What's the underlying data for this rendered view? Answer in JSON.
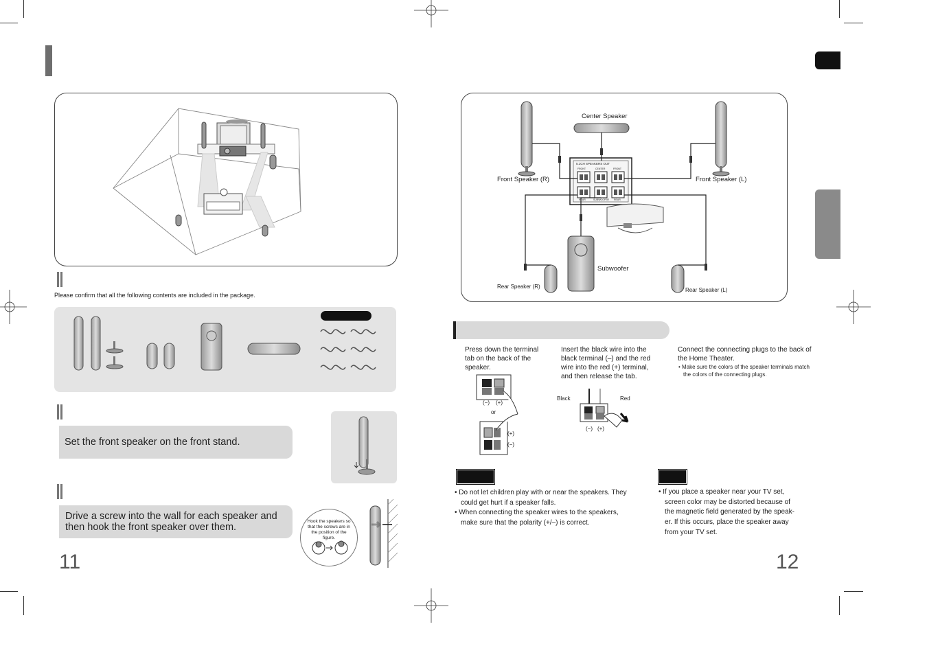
{
  "left_page": {
    "confirm_text": "Please confirm that all the following contents are included in the package.",
    "stand_instruction": "Set the front speaker on the front stand.",
    "wall_instruction": "Drive a screw into the wall for each speaker and then hook the front speaker over them.",
    "hook_caption": "Hook the speakers so that the screws are in the position of the figure.",
    "page_number": "11"
  },
  "right_page": {
    "diagram_labels": {
      "center": "Center Speaker",
      "front_r": "Front Speaker (R)",
      "front_l": "Front Speaker (L)",
      "subwoofer": "Subwoofer",
      "rear_r": "Rear Speaker (R)",
      "rear_l": "Rear Speaker (L)",
      "panel_title": "5.1CH SPEAKERS OUT",
      "panel_front_l": "FRONT",
      "panel_center": "CENTER",
      "panel_front_r": "FRONT",
      "panel_rear_l": "REAR",
      "panel_subwoofer": "SUBWOOFER",
      "panel_rear_r": "REAR"
    },
    "steps": [
      {
        "text": "Press down the terminal tab on the back of the speaker.",
        "or": "or",
        "minus": "(−)",
        "plus": "(+)"
      },
      {
        "text": "Insert the black wire into the black terminal (–) and the red wire into the red (+) terminal, and then release the tab.",
        "black": "Black",
        "red": "Red",
        "minus": "(−)",
        "plus": "(+)"
      },
      {
        "text": "Connect the connecting plugs to the back of the Home Theater.",
        "note": "Make sure the colors of the speaker terminals match the colors of the connecting plugs."
      }
    ],
    "caution_bullets": [
      "Do not let children play with or near the speakers. They could get hurt if a speaker falls.",
      "When connecting the speaker wires to the speakers, make sure that the polarity (+/–) is correct."
    ],
    "note_bullets": [
      "If you place a speaker near your TV set, screen color may be distorted because of the magnetic field generated by the speak-er. If this occurs, place the speaker away from your TV set."
    ],
    "page_number": "12"
  },
  "colors": {
    "panel_grey": "#e4e4e4",
    "step_grey": "#d9d9d9",
    "tab_grey": "#8a8a8a",
    "speaker_grey": "#bdbdbd",
    "ink": "#222222"
  }
}
